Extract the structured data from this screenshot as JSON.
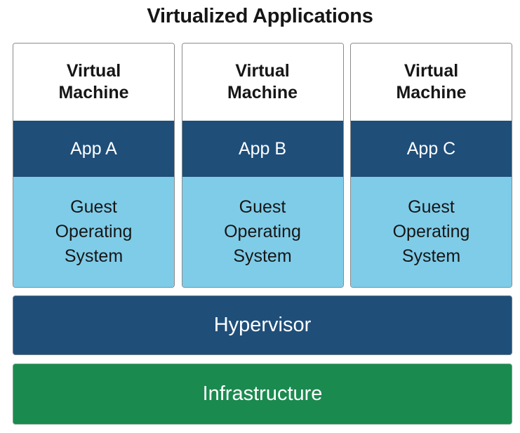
{
  "diagram": {
    "title": "Virtualized Applications",
    "type": "layered-stack-diagram",
    "colors": {
      "background": "#ffffff",
      "title_text": "#161616",
      "app_band": "#1f4e79",
      "guest_os_band": "#7fcce8",
      "hypervisor_bar": "#1f4e79",
      "infrastructure_bar": "#1a8a4f",
      "vm_box_border": "#8a8a8a",
      "light_text": "#ffffff",
      "dark_text": "#161616"
    },
    "columns": [
      {
        "header_line1": "Virtual",
        "header_line2": "Machine",
        "app_label": "App A",
        "guest_os_line1": "Guest",
        "guest_os_line2": "Operating",
        "guest_os_line3": "System"
      },
      {
        "header_line1": "Virtual",
        "header_line2": "Machine",
        "app_label": "App B",
        "guest_os_line1": "Guest",
        "guest_os_line2": "Operating",
        "guest_os_line3": "System"
      },
      {
        "header_line1": "Virtual",
        "header_line2": "Machine",
        "app_label": "App C",
        "guest_os_line1": "Guest",
        "guest_os_line2": "Operating",
        "guest_os_line3": "System"
      }
    ],
    "layers": {
      "hypervisor_label": "Hypervisor",
      "infrastructure_label": "Infrastructure"
    }
  }
}
